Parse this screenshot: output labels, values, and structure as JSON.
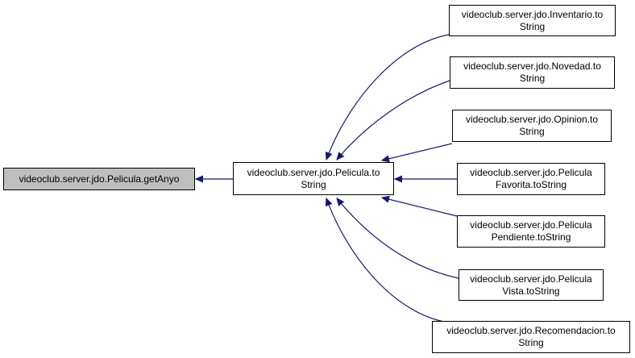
{
  "colors": {
    "edge": "#191970",
    "root_fill": "#bfbfbf",
    "node_fill": "#ffffff",
    "border": "#000000"
  },
  "nodes": {
    "getanyo": {
      "lines": [
        "videoclub.server.jdo.Pelicula.getAnyo"
      ]
    },
    "pelicula": {
      "lines": [
        "videoclub.server.jdo.Pelicula.to",
        "String"
      ]
    },
    "inventario": {
      "lines": [
        "videoclub.server.jdo.Inventario.to",
        "String"
      ]
    },
    "novedad": {
      "lines": [
        "videoclub.server.jdo.Novedad.to",
        "String"
      ]
    },
    "opinion": {
      "lines": [
        "videoclub.server.jdo.Opinion.to",
        "String"
      ]
    },
    "favorita": {
      "lines": [
        "videoclub.server.jdo.Pelicula",
        "Favorita.toString"
      ]
    },
    "pendiente": {
      "lines": [
        "videoclub.server.jdo.Pelicula",
        "Pendiente.toString"
      ]
    },
    "vista": {
      "lines": [
        "videoclub.server.jdo.Pelicula",
        "Vista.toString"
      ]
    },
    "recomendacion": {
      "lines": [
        "videoclub.server.jdo.Recomendacion.to",
        "String"
      ]
    }
  }
}
